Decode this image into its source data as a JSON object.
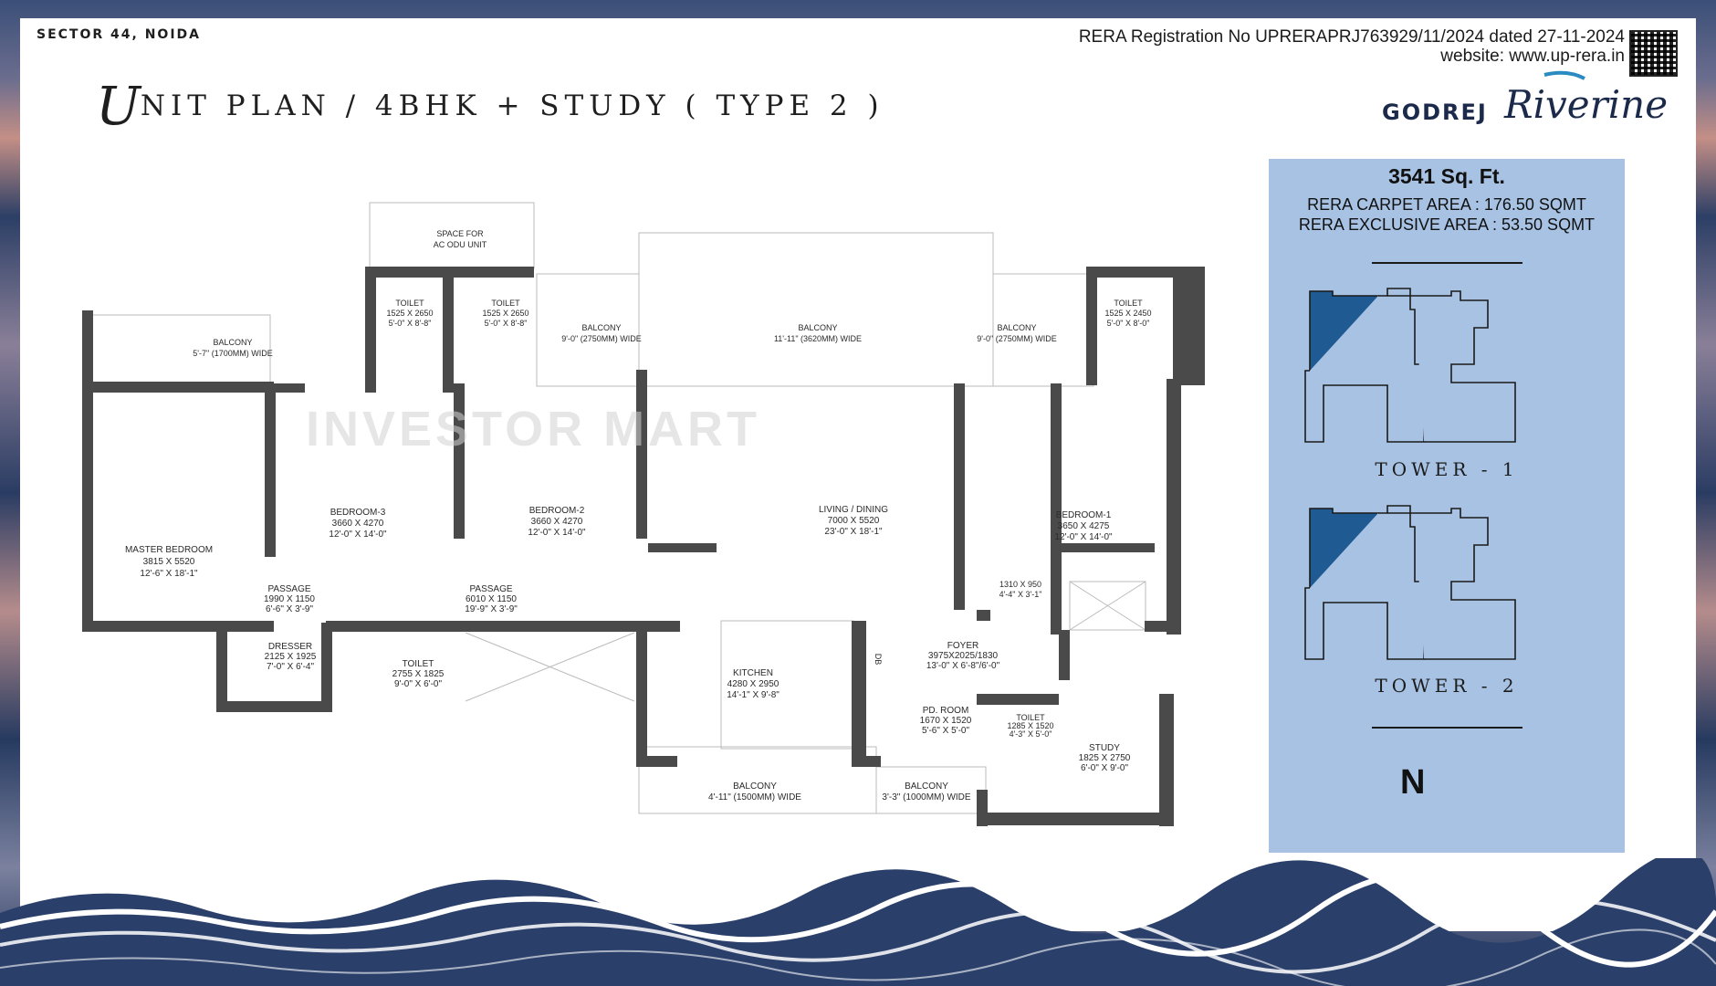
{
  "header": {
    "location": "SECTOR 44, NOIDA",
    "title_initial": "U",
    "title_rest": "NIT PLAN / 4BHK + STUDY ( TYPE 2 )",
    "rera_line": "RERA Registration No UPRERAPRJ763929/11/2024 dated 27-11-2024",
    "website_line": "website: www.up-rera.in"
  },
  "logo": {
    "brand": "GODREJ",
    "script": "Riverine"
  },
  "area_panel": {
    "total": "3541 Sq. Ft.",
    "carpet": "RERA CARPET AREA : 176.50 SQMT",
    "exclusive": "RERA EXCLUSIVE AREA : 53.50 SQMT",
    "tower1": "TOWER - 1",
    "tower2": "TOWER - 2",
    "north": "N"
  },
  "watermark": "INVESTOR MART",
  "rooms": {
    "ac_odu": [
      "SPACE FOR",
      "AC ODU UNIT"
    ],
    "toilet_a": [
      "TOILET",
      "1525 X 2650",
      "5'-0\" X 8'-8\""
    ],
    "toilet_b": [
      "TOILET",
      "1525 X 2650",
      "5'-0\" X 8'-8\""
    ],
    "toilet_c": [
      "TOILET",
      "1525 X 2450",
      "5'-0\" X 8'-0\""
    ],
    "balcony_1": [
      "BALCONY",
      "5'-7\" (1700MM) WIDE"
    ],
    "balcony_2": [
      "BALCONY",
      "9'-0\" (2750MM) WIDE"
    ],
    "balcony_3": [
      "BALCONY",
      "11'-11\" (3620MM) WIDE"
    ],
    "balcony_4": [
      "BALCONY",
      "9'-0\" (2750MM) WIDE"
    ],
    "bedroom3": [
      "BEDROOM-3",
      "3660 X 4270",
      "12'-0\" X 14'-0\""
    ],
    "bedroom2": [
      "BEDROOM-2",
      "3660 X 4270",
      "12'-0\" X 14'-0\""
    ],
    "living": [
      "LIVING / DINING",
      "7000 X 5520",
      "23'-0\" X 18'-1\""
    ],
    "bedroom1": [
      "BEDROOM-1",
      "3650 X 4275",
      "12'-0\" X 14'-0\""
    ],
    "master": [
      "MASTER BEDROOM",
      "3815 X 5520",
      "12'-6\" X 18'-1\""
    ],
    "passage1": [
      "PASSAGE",
      "1990 X 1150",
      "6'-6\" X 3'-9\""
    ],
    "passage2": [
      "PASSAGE",
      "6010 X 1150",
      "19'-9\" X 3'-9\""
    ],
    "shaft": [
      "1310 X 950",
      "4'-4\" X 3'-1\""
    ],
    "dresser": [
      "DRESSER",
      "2125 X 1925",
      "7'-0\" X 6'-4\""
    ],
    "toilet_m": [
      "TOILET",
      "2755 X 1825",
      "9'-0\" X 6'-0\""
    ],
    "kitchen": [
      "KITCHEN",
      "4280 X 2950",
      "14'-1\" X 9'-8\""
    ],
    "foyer": [
      "FOYER",
      "3975X2025/1830",
      "13'-0\" X 6'-8\"/6'-0\""
    ],
    "pd_room": [
      "PD. ROOM",
      "1670 X 1520",
      "5'-6\" X 5'-0\""
    ],
    "toilet_p": [
      "TOILET",
      "1285 X 1520",
      "4'-3\" X 5'-0\""
    ],
    "study": [
      "STUDY",
      "1825 X 2750",
      "6'-0\" X 9'-0\""
    ],
    "balcony_5": [
      "BALCONY",
      "4'-11\" (1500MM) WIDE"
    ],
    "balcony_6": [
      "BALCONY",
      "3'-3\" (1000MM) WIDE"
    ],
    "db": "DB"
  },
  "colors": {
    "wall": "#4a4a4a",
    "panel": "#a7c2e3",
    "highlight": "#1f5a93",
    "tower_fill": "#a7c2e3"
  }
}
